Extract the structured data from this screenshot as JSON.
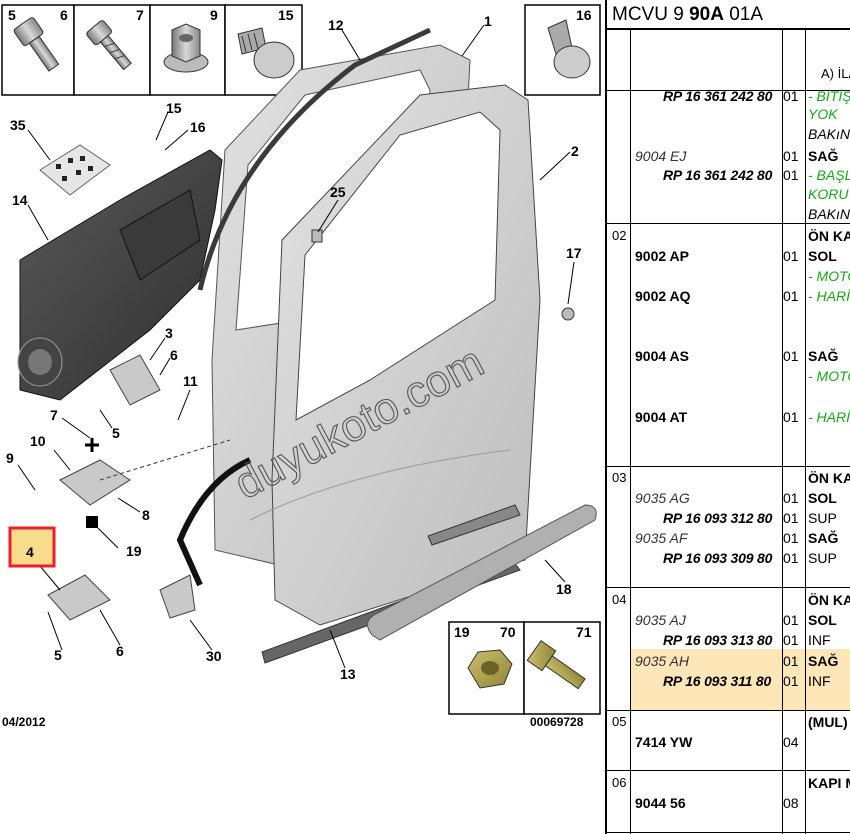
{
  "diagram": {
    "callouts": [
      "35",
      "14",
      "15",
      "16",
      "25",
      "12",
      "1",
      "2",
      "17",
      "3",
      "6",
      "11",
      "5",
      "7",
      "10",
      "9",
      "8",
      "19",
      "4",
      "5",
      "6",
      "30",
      "13",
      "18"
    ],
    "top_boxes": [
      "5",
      "6",
      "7",
      "9",
      "15",
      "16"
    ],
    "bottom_boxes": [
      "19",
      "70",
      "71"
    ],
    "footer_left": "04/2012",
    "footer_right": "00069728",
    "watermark": "duyukoto.com"
  },
  "panel": {
    "title_prefix": "MCVU 9 ",
    "title_bold": "90A",
    "title_suffix": " 01A",
    "header_desc": "A) İLA",
    "rows": [
      {
        "lines": [
          {
            "cls": "rp",
            "text": "RP 16 361 242 80"
          },
          {
            "cls": "qt",
            "text": "01"
          },
          {
            "cls": "dsc g",
            "text": "- BİTİŞ"
          },
          {
            "cls": "dsc g",
            "text": "YOK"
          },
          {
            "cls": "dsc d",
            "text": "BAKıN"
          },
          {
            "cls": "pn-i",
            "text": "9004 EJ"
          },
          {
            "cls": "qt",
            "text": "01"
          },
          {
            "cls": "dsc b",
            "text": "SAĞ"
          },
          {
            "cls": "rp",
            "text": "RP 16 361 242 80"
          },
          {
            "cls": "qt",
            "text": "01"
          },
          {
            "cls": "dsc g",
            "text": "- BAŞL"
          },
          {
            "cls": "dsc g",
            "text": "KORU"
          },
          {
            "cls": "dsc d",
            "text": "BAKıN"
          }
        ]
      },
      {
        "group": "02",
        "lines": [
          {
            "cls": "dsc b",
            "text": "ÖN KA"
          },
          {
            "cls": "pn",
            "text": "9002 AP"
          },
          {
            "cls": "qt",
            "text": "01"
          },
          {
            "cls": "dsc b",
            "text": "SOL"
          },
          {
            "cls": "dsc g",
            "text": "- MOTO"
          },
          {
            "cls": "pn",
            "text": "9002 AQ"
          },
          {
            "cls": "qt",
            "text": "01"
          },
          {
            "cls": "dsc g",
            "text": "- HARİ"
          },
          {
            "cls": "pn",
            "text": "9004 AS"
          },
          {
            "cls": "qt",
            "text": "01"
          },
          {
            "cls": "dsc b",
            "text": "SAĞ"
          },
          {
            "cls": "dsc g",
            "text": "- MOTO"
          },
          {
            "cls": "pn",
            "text": "9004 AT"
          },
          {
            "cls": "qt",
            "text": "01"
          },
          {
            "cls": "dsc g",
            "text": "- HARİ"
          }
        ]
      },
      {
        "group": "03",
        "lines": [
          {
            "cls": "dsc b",
            "text": "ÖN KA"
          },
          {
            "cls": "pn-i",
            "text": "9035 AG"
          },
          {
            "cls": "qt",
            "text": "01"
          },
          {
            "cls": "dsc b",
            "text": "SOL"
          },
          {
            "cls": "rp",
            "text": "RP 16 093 312 80"
          },
          {
            "cls": "qt",
            "text": "01"
          },
          {
            "cls": "dsc",
            "text": "SUP"
          },
          {
            "cls": "pn-i",
            "text": "9035 AF"
          },
          {
            "cls": "qt",
            "text": "01"
          },
          {
            "cls": "dsc b",
            "text": "SAĞ"
          },
          {
            "cls": "rp",
            "text": "RP 16 093 309 80"
          },
          {
            "cls": "qt",
            "text": "01"
          },
          {
            "cls": "dsc",
            "text": "SUP"
          }
        ]
      },
      {
        "group": "04",
        "lines": [
          {
            "cls": "dsc b",
            "text": "ÖN KA"
          },
          {
            "cls": "pn-i",
            "text": "9035 AJ"
          },
          {
            "cls": "qt",
            "text": "01"
          },
          {
            "cls": "dsc b",
            "text": "SOL"
          },
          {
            "cls": "rp",
            "text": "RP 16 093 313 80"
          },
          {
            "cls": "qt",
            "text": "01"
          },
          {
            "cls": "dsc",
            "text": "INF"
          },
          {
            "cls": "pn-i",
            "text": "9035 AH"
          },
          {
            "cls": "qt",
            "text": "01"
          },
          {
            "cls": "dsc b",
            "text": "SAĞ"
          },
          {
            "cls": "rp",
            "text": "RP 16 093 311 80"
          },
          {
            "cls": "qt",
            "text": "01"
          },
          {
            "cls": "dsc",
            "text": "INF"
          }
        ]
      },
      {
        "group": "05",
        "lines": [
          {
            "cls": "dsc b",
            "text": "(MUL)"
          },
          {
            "cls": "pn",
            "text": "7414 YW"
          },
          {
            "cls": "qt",
            "text": "04"
          }
        ]
      },
      {
        "group": "06",
        "lines": [
          {
            "cls": "dsc b",
            "text": "KAPI M"
          },
          {
            "cls": "pn",
            "text": "9044 56"
          },
          {
            "cls": "qt",
            "text": "08"
          }
        ]
      }
    ]
  },
  "colors": {
    "highlight_row": "#fde6b8",
    "callout_box": "#e8202a",
    "callout_fill": "#f7dc8c",
    "green_text": "#19a619"
  }
}
